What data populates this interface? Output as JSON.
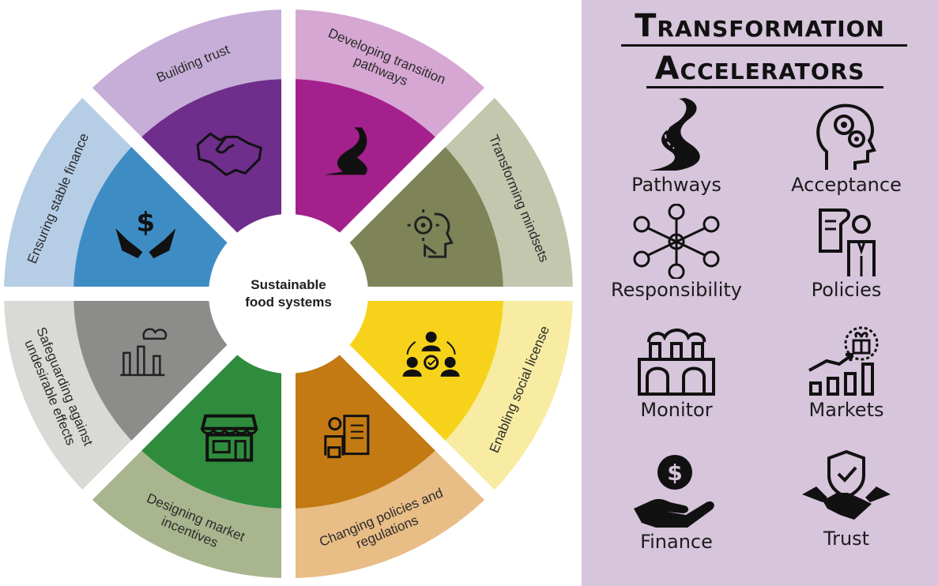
{
  "wheel": {
    "center_label_lines": [
      "Sustainable",
      "food systems"
    ],
    "segments": [
      {
        "id": "developing",
        "label_lines": [
          "Developing transition",
          "pathways"
        ],
        "outer_color": "#d6a7d3",
        "inner_color": "#a4208d",
        "icon": "road-icon"
      },
      {
        "id": "transforming",
        "label_lines": [
          "Transforming mindsets"
        ],
        "outer_color": "#c2c7ae",
        "inner_color": "#7e8458",
        "icon": "mindset-icon"
      },
      {
        "id": "enabling",
        "label_lines": [
          "Enabling social license"
        ],
        "outer_color": "#f8eca2",
        "inner_color": "#f7d21a",
        "icon": "social-group-icon"
      },
      {
        "id": "changing",
        "label_lines": [
          "Changing policies and",
          "regulations"
        ],
        "outer_color": "#e8bd86",
        "inner_color": "#c37a12",
        "icon": "policy-document-icon"
      },
      {
        "id": "designing",
        "label_lines": [
          "Designing market",
          "incentives"
        ],
        "outer_color": "#a9b58e",
        "inner_color": "#2f8c3c",
        "icon": "storefront-icon"
      },
      {
        "id": "safeguarding",
        "label_lines": [
          "Safeguarding against",
          "undesirable effects"
        ],
        "outer_color": "#d9d9d6",
        "inner_color": "#8c8c8a",
        "icon": "factory-icon"
      },
      {
        "id": "finance",
        "label_lines": [
          "Ensuring stable finance"
        ],
        "outer_color": "#b6cde6",
        "inner_color": "#3d8dc4",
        "icon": "money-hands-icon"
      },
      {
        "id": "trust",
        "label_lines": [
          "Building trust"
        ],
        "outer_color": "#c7aed8",
        "inner_color": "#6f2d8c",
        "icon": "handshake-icon"
      }
    ]
  },
  "panel": {
    "title_line1": "Transformation",
    "title_line2": "Accelerators",
    "items": [
      {
        "label": "Pathways",
        "icon": "winding-road-icon"
      },
      {
        "label": "Acceptance",
        "icon": "head-gears-icon"
      },
      {
        "label": "Responsibility",
        "icon": "network-people-icon"
      },
      {
        "label": "Policies",
        "icon": "presenter-document-icon"
      },
      {
        "label": "Monitor",
        "icon": "factory-pipes-icon"
      },
      {
        "label": "Markets",
        "icon": "growth-chart-gift-icon"
      },
      {
        "label": "Finance",
        "icon": "dollar-hand-icon"
      },
      {
        "label": "Trust",
        "icon": "shield-handshake-icon"
      }
    ],
    "colors": {
      "background": "#d7c5dc",
      "ink": "#111111"
    }
  }
}
